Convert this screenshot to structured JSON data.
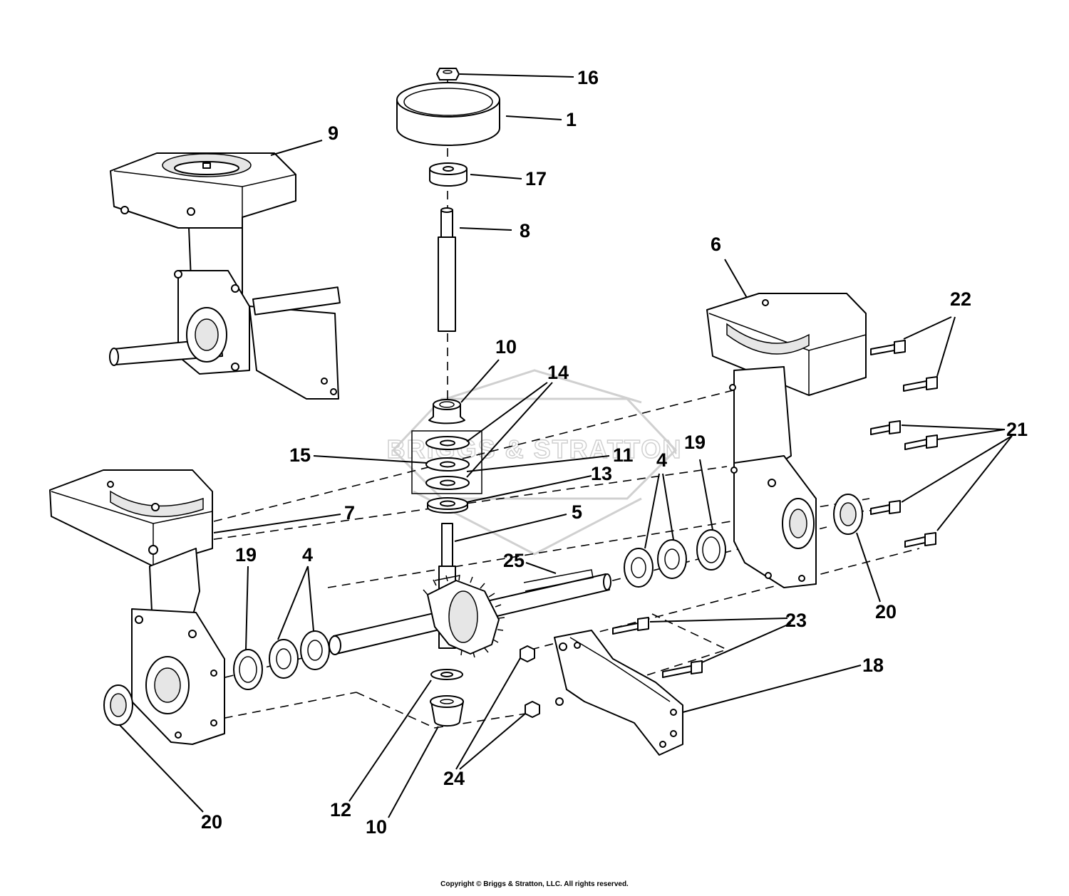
{
  "diagram": {
    "watermark": "BRIGGS & STRATTON",
    "callouts": [
      {
        "id": "c16",
        "text": "16"
      },
      {
        "id": "c1",
        "text": "1"
      },
      {
        "id": "c9",
        "text": "9"
      },
      {
        "id": "c17",
        "text": "17"
      },
      {
        "id": "c8",
        "text": "8"
      },
      {
        "id": "c6",
        "text": "6"
      },
      {
        "id": "c22",
        "text": "22"
      },
      {
        "id": "c10a",
        "text": "10"
      },
      {
        "id": "c14",
        "text": "14"
      },
      {
        "id": "c21",
        "text": "21"
      },
      {
        "id": "c19a",
        "text": "19"
      },
      {
        "id": "c15",
        "text": "15"
      },
      {
        "id": "c11",
        "text": "11"
      },
      {
        "id": "c4a",
        "text": "4"
      },
      {
        "id": "c13",
        "text": "13"
      },
      {
        "id": "c7",
        "text": "7"
      },
      {
        "id": "c5",
        "text": "5"
      },
      {
        "id": "c19b",
        "text": "19"
      },
      {
        "id": "c4b",
        "text": "4"
      },
      {
        "id": "c25",
        "text": "25"
      },
      {
        "id": "c20a",
        "text": "20"
      },
      {
        "id": "c23",
        "text": "23"
      },
      {
        "id": "c18",
        "text": "18"
      },
      {
        "id": "c24",
        "text": "24"
      },
      {
        "id": "c12",
        "text": "12"
      },
      {
        "id": "c10b",
        "text": "10"
      },
      {
        "id": "c20b",
        "text": "20"
      }
    ]
  },
  "footer": {
    "copyright": "Copyright © Briggs & Stratton, LLC. All rights reserved."
  }
}
